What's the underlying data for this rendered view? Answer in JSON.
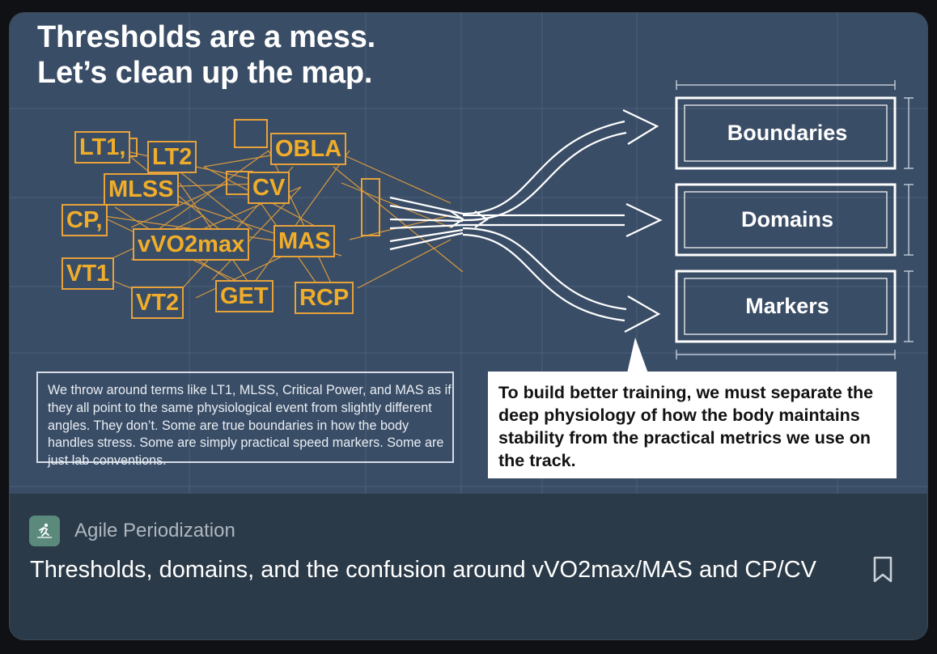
{
  "hero": {
    "title_line1": "Thresholds are a mess.",
    "title_line2": "Let’s clean up the map.",
    "terms": [
      "LT1,",
      "LT2",
      "OBLA",
      "MLSS",
      "CV",
      "CP,",
      "vVO2max",
      "MAS",
      "VT1",
      "VT2",
      "GET",
      "RCP"
    ],
    "categories": [
      "Boundaries",
      "Domains",
      "Markers"
    ],
    "note_text": "We throw around terms like LT1, MLSS, Critical Power, and MAS as if they all point to the same physiological event from slightly different angles. They don’t. Some are true boundaries in how the body handles stress. Some are simply practical speed markers. Some are just lab conventions.",
    "callout_text": "To build better training, we must separate the deep physiology of how the body maintains stability from the practical metrics we use on the track.",
    "colors": {
      "background": "#3a4d66",
      "term_accent": "#f0ad2a",
      "line": "#ffffff"
    }
  },
  "publication": {
    "name": "Agile Periodization",
    "logo_icon": "runner-logo-icon"
  },
  "post": {
    "title": "Thresholds, domains, and the confusion around vVO2max/MAS and CP/CV"
  },
  "actions": {
    "bookmark_icon": "bookmark-icon"
  }
}
